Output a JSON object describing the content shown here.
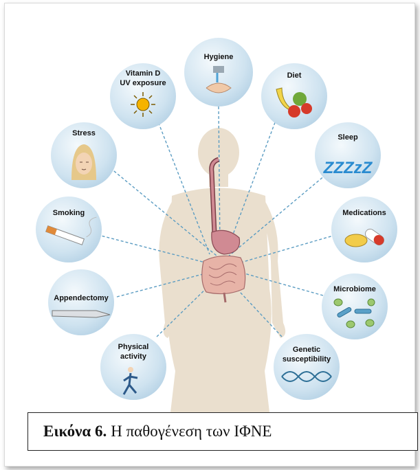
{
  "factors": {
    "hygiene": "Hygiene",
    "vitamin_d_line1": "Vitamin D",
    "vitamin_d_line2": "UV exposure",
    "diet": "Diet",
    "stress": "Stress",
    "sleep": "Sleep",
    "smoking": "Smoking",
    "medications": "Medications",
    "appendectomy": "Appendectomy",
    "microbiome": "Microbiome",
    "physical_line1": "Physical",
    "physical_line2": "activity",
    "genetic_line1": "Genetic",
    "genetic_line2": "susceptibility"
  },
  "sleep_glyph": "ZZZzZ",
  "caption": {
    "label": "Εικόνα 6.",
    "text": "Η παθογένεση των ΙΦΝΕ"
  },
  "colors": {
    "circle_fill": "#cfe3f0",
    "body": "#eadfce",
    "gut": "#d08a93",
    "dashed_line": "#5b9cc2"
  }
}
